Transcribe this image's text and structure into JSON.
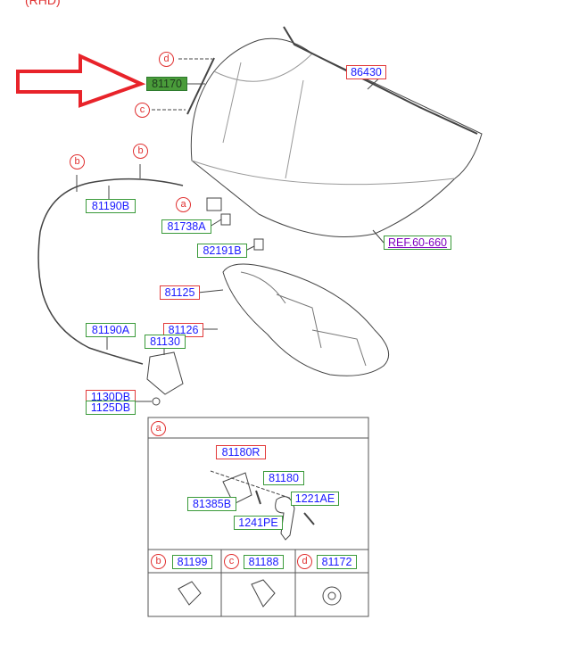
{
  "header": {
    "variant": "(RHD)"
  },
  "callouts": {
    "a": "a",
    "b": "b",
    "c": "c",
    "d": "d"
  },
  "parts": {
    "p81170": "81170",
    "p86430": "86430",
    "p81190B": "81190B",
    "p81738A": "81738A",
    "p82191B": "82191B",
    "ref": "REF.60-660",
    "p81125": "81125",
    "p81190A": "81190A",
    "p81126": "81126",
    "p81130": "81130",
    "p1130DB": "1130DB",
    "p1125DB": "1125DB"
  },
  "detail_a": {
    "p81180R": "81180R",
    "p81180": "81180",
    "p81385B": "81385B",
    "p1221AE": "1221AE",
    "p1241PE": "1241PE"
  },
  "detail_b": "81199",
  "detail_c": "81188",
  "detail_d": "81172",
  "colors": {
    "arrow": "#e8232a",
    "highlight": "#4a9c3a"
  }
}
